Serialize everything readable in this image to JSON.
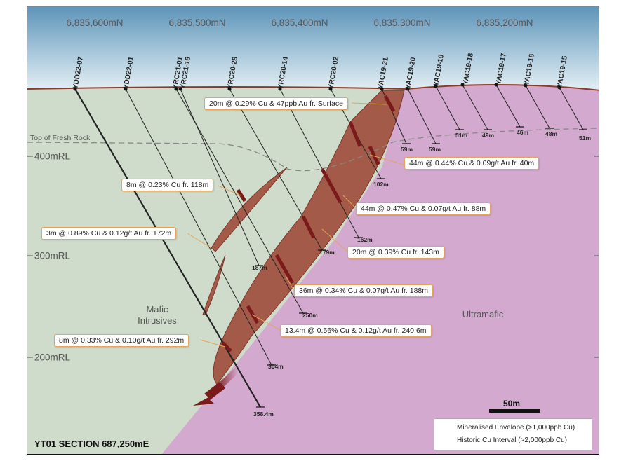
{
  "northings": [
    "6,835,600mN",
    "6,835,500mN",
    "6,835,400mN",
    "6,835,300mN",
    "6,835,200mN"
  ],
  "rl_labels": [
    "400mRL",
    "300mRL",
    "200mRL"
  ],
  "fresh_rock_label": "Top of Fresh Rock",
  "drillholes": [
    "YDD22-07",
    "YDD22-01",
    "YRC21-01",
    "YRC21-16",
    "YRC20-28",
    "YRC20-14",
    "YRC20-02",
    "YAC19-21",
    "YAC19-20",
    "YAC19-19",
    "YAC19-18",
    "YAC19-17",
    "YAC19-16",
    "YAC19-15"
  ],
  "depths": [
    "358.4m",
    "304m",
    "250m",
    "187m",
    "179m",
    "162m",
    "102m",
    "59m",
    "59m",
    "51m",
    "49m",
    "46m",
    "48m",
    "51m"
  ],
  "intercepts": [
    "20m @ 0.29% Cu & 47ppb Au fr. Surface",
    "44m @ 0.44% Cu & 0.09g/t Au fr. 40m",
    "8m @ 0.23% Cu fr. 118m",
    "44m @ 0.47% Cu & 0.07g/t Au fr. 88m",
    "3m @ 0.89% Cu & 0.12g/t Au fr. 172m",
    "20m @ 0.39% Cu fr. 143m",
    "36m @ 0.34% Cu & 0.07g/t Au fr. 188m",
    "13.4m @ 0.56% Cu & 0.12g/t Au fr. 240.6m",
    "8m @ 0.33% Cu & 0.10g/t Au fr. 292m"
  ],
  "lithology": {
    "mafic_line1": "Mafic",
    "mafic_line2": "Intrusives",
    "ultramafic": "Ultramafic"
  },
  "scale_bar": "50m",
  "section_title": "YT01 SECTION 687,250mE",
  "legend": [
    {
      "label": "Mineralised Envelope (>1,000ppb Cu)",
      "color": "#b87a6c"
    },
    {
      "label": "Historic Cu Interval (>2,000ppb Cu)",
      "color": "#7a1a1a"
    }
  ],
  "colors": {
    "sky": "#5d94b8",
    "mafic": "#cfdccb",
    "ultramafic": "#d4a9d0",
    "envelope": "#a35a48",
    "interval": "#7a1a1a"
  }
}
